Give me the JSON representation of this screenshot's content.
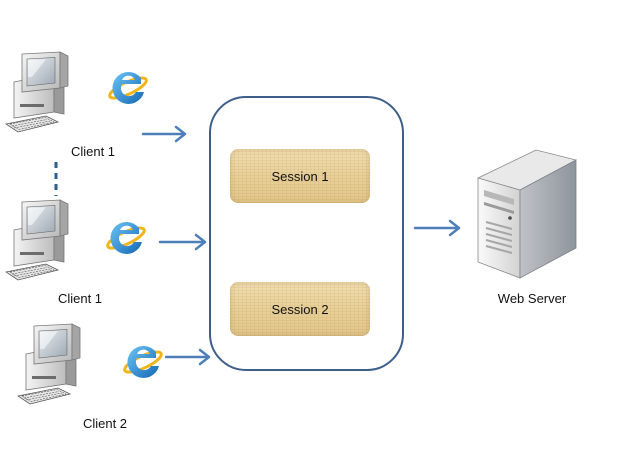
{
  "clients": [
    {
      "label": "Client 1"
    },
    {
      "label": "Client 1"
    },
    {
      "label": "Client 2"
    }
  ],
  "sessions": [
    {
      "label": "Session 1"
    },
    {
      "label": "Session 2"
    }
  ],
  "server": {
    "label": "Web Server"
  },
  "colors": {
    "arrow": "#4f7fb8",
    "container_border": "#3e5f8a",
    "session_fill": "#e9d19a",
    "ie_blue": "#2a8fd6"
  }
}
